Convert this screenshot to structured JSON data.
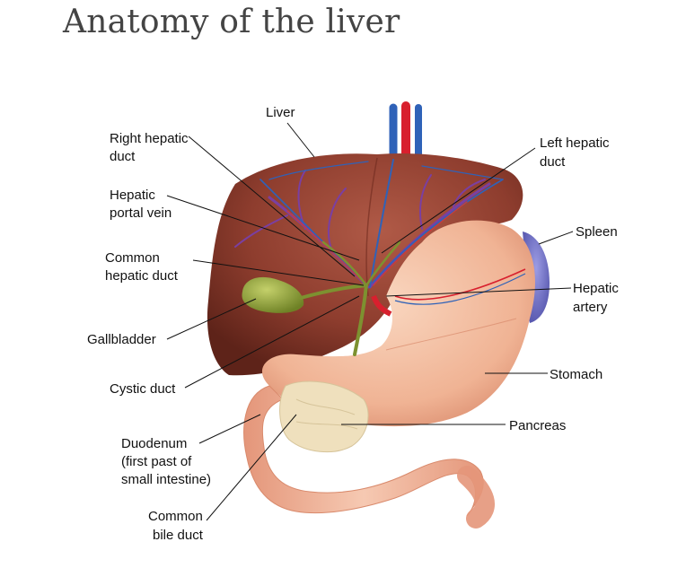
{
  "title": "Anatomy of the liver",
  "labels": {
    "liver": "Liver",
    "right_hepatic_duct": [
      "Right hepatic",
      "duct"
    ],
    "hepatic_portal_vein": [
      "Hepatic",
      "portal vein"
    ],
    "common_hepatic_duct": [
      "Common",
      "hepatic duct"
    ],
    "gallbladder": "Gallbladder",
    "cystic_duct": "Cystic duct",
    "duodenum": [
      "Duodenum",
      "(first past of",
      "small intestine)"
    ],
    "common_bile_duct": [
      "Common",
      "bile duct"
    ],
    "left_hepatic_duct": [
      "Left hepatic",
      "duct"
    ],
    "spleen": "Spleen",
    "hepatic_artery": [
      "Hepatic",
      "artery"
    ],
    "stomach": "Stomach",
    "pancreas": "Pancreas"
  },
  "colors": {
    "liver": "#8e3d2e",
    "gallbladder": "#8fa236",
    "stomach": "#f1b99a",
    "duodenum": "#e8a085",
    "pancreas": "#efe0bd",
    "spleen": "#6f6fc8",
    "artery": "#d8202e",
    "vein": "#2f62b8"
  }
}
